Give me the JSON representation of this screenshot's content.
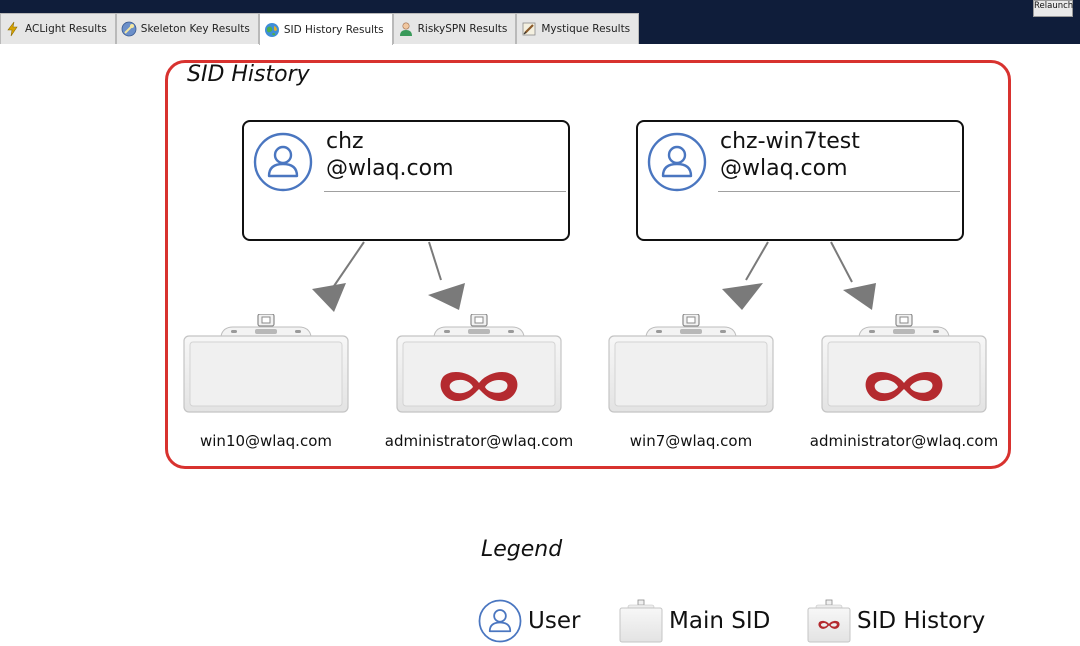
{
  "tabs": [
    {
      "label": "ACLight Results",
      "icon": "lightning-icon",
      "active": false
    },
    {
      "label": "Skeleton Key Results",
      "icon": "key-icon",
      "active": false
    },
    {
      "label": "SID History Results",
      "icon": "globe-icon",
      "active": true
    },
    {
      "label": "RiskySPN Results",
      "icon": "person-icon",
      "active": false
    },
    {
      "label": "Mystique Results",
      "icon": "pencil-icon",
      "active": false
    }
  ],
  "relaunch_label": "Relaunch",
  "panel": {
    "title": "SID History",
    "users": [
      {
        "name": "chz",
        "domain": "@wlaq.com"
      },
      {
        "name": "chz-win7test",
        "domain": "@wlaq.com"
      }
    ],
    "badges": [
      {
        "label": "win10@wlaq.com",
        "type": "main-sid"
      },
      {
        "label": "administrator@wlaq.com",
        "type": "sid-history"
      },
      {
        "label": "win7@wlaq.com",
        "type": "main-sid"
      },
      {
        "label": "administrator@wlaq.com",
        "type": "sid-history"
      }
    ]
  },
  "legend": {
    "title": "Legend",
    "items": [
      {
        "label": "User",
        "icon": "user-icon"
      },
      {
        "label": "Main SID",
        "icon": "main-sid-badge-icon"
      },
      {
        "label": "SID History",
        "icon": "sid-history-badge-icon"
      }
    ]
  },
  "colors": {
    "topbar": "#0f1d3a",
    "panel_border": "#d8322f",
    "user_blue": "#4a76c0",
    "mask_red": "#b42a2f",
    "arrow_gray": "#7a7a7a"
  }
}
